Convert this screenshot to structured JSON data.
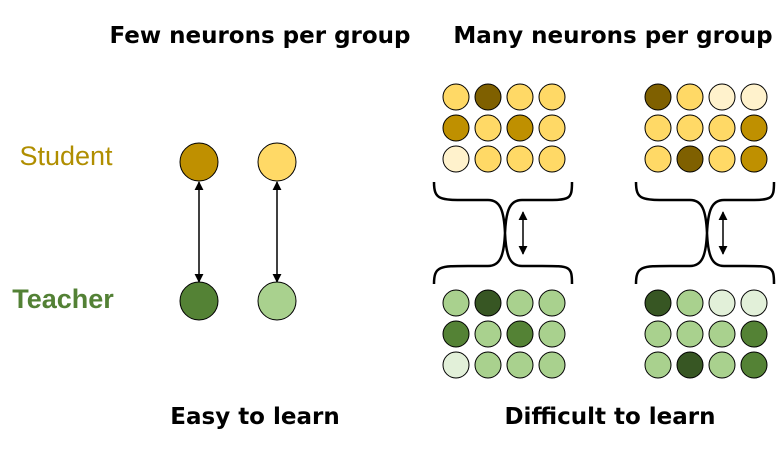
{
  "titles": {
    "left": "Few neurons per group",
    "right": "Many neurons per group"
  },
  "labels": {
    "student": "Student",
    "teacher": "Teacher"
  },
  "captions": {
    "left": "Easy to learn",
    "right": "Difficult to learn"
  },
  "colors": {
    "student_label": "#b08e00",
    "teacher_label": "#538135",
    "student_shades": [
      "#fff2cc",
      "#ffd966",
      "#bf9000",
      "#7f6000"
    ],
    "teacher_shades": [
      "#e2f0d9",
      "#a9d18e",
      "#548235",
      "#375623"
    ]
  },
  "few_neurons": {
    "student": [
      2,
      1
    ],
    "teacher": [
      2,
      1
    ]
  },
  "many_neurons": {
    "groups": [
      {
        "student": [
          [
            1,
            3,
            1,
            1
          ],
          [
            2,
            1,
            2,
            1
          ],
          [
            0,
            1,
            1,
            1
          ]
        ],
        "teacher": [
          [
            1,
            3,
            1,
            1
          ],
          [
            2,
            1,
            2,
            1
          ],
          [
            0,
            1,
            1,
            1
          ]
        ]
      },
      {
        "student": [
          [
            3,
            1,
            0,
            0
          ],
          [
            1,
            1,
            1,
            2
          ],
          [
            1,
            3,
            1,
            2
          ]
        ],
        "teacher": [
          [
            3,
            1,
            0,
            0
          ],
          [
            1,
            1,
            1,
            2
          ],
          [
            1,
            3,
            1,
            2
          ]
        ]
      }
    ]
  }
}
